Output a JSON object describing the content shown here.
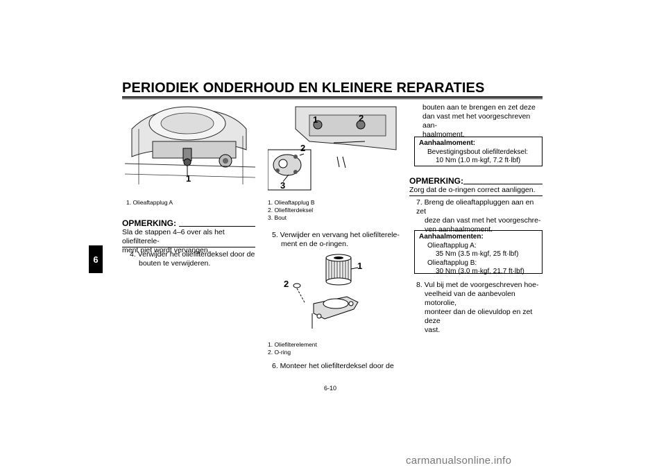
{
  "header": {
    "title": "PERIODIEK ONDERHOUD EN KLEINERE REPARATIES"
  },
  "chapter_tab": "6",
  "col1": {
    "figure_callouts": [
      "1"
    ],
    "captions": [
      "1. Olieaftapplug A"
    ],
    "note_heading": "OPMERKING:",
    "note_lines": [
      "Sla de stappen 4–6 over als het oliefilterele-",
      "ment niet wordt vervangen."
    ],
    "step4_lines": [
      "4. Verwijder het oliefilterdeksel door de",
      "bouten te verwijderen."
    ]
  },
  "col2": {
    "figure1_callouts": [
      "1",
      "2",
      "2",
      "3"
    ],
    "captions1": [
      "1. Olieaftapplug B",
      "2. Oliefilterdeksel",
      "3. Bout"
    ],
    "step5_lines": [
      "5. Verwijder en vervang het oliefilterele-",
      "ment en de o-ringen."
    ],
    "figure2_callouts": [
      "1",
      "2"
    ],
    "captions2": [
      "1. Oliefilterelement",
      "2. O-ring"
    ],
    "step6_line": "6. Monteer het oliefilterdeksel door de"
  },
  "col3": {
    "cont_lines": [
      "bouten aan te brengen en zet deze",
      "dan vast met het voorgeschreven aan-",
      "haalmoment."
    ],
    "torque_box1": {
      "heading": "Aanhaalmoment:",
      "line1": "Bevestigingsbout oliefilterdeksel:",
      "line2": "10 Nm (1.0 m·kgf, 7.2 ft·lbf)"
    },
    "note_heading": "OPMERKING:",
    "note_text": "Zorg dat de o-ringen correct aanliggen.",
    "step7_lines": [
      "7. Breng de olieaftappluggen aan en zet",
      "deze dan vast met het voorgeschre-",
      "ven aanhaalmoment."
    ],
    "torque_box2": {
      "heading": "Aanhaalmomenten:",
      "line1": "Olieaftapplug A:",
      "line2": "35 Nm (3.5 m·kgf, 25 ft·lbf)",
      "line3": "Olieaftapplug B:",
      "line4": "30 Nm (3.0 m·kgf, 21.7 ft·lbf)"
    },
    "step8_lines": [
      "8. Vul bij met de voorgeschreven hoe-",
      "veelheid van de aanbevolen motorolie,",
      "monteer dan de olievuldop en zet deze",
      "vast."
    ]
  },
  "footer": {
    "page_number": "6-10",
    "watermark": "carmanualsonline.info"
  }
}
